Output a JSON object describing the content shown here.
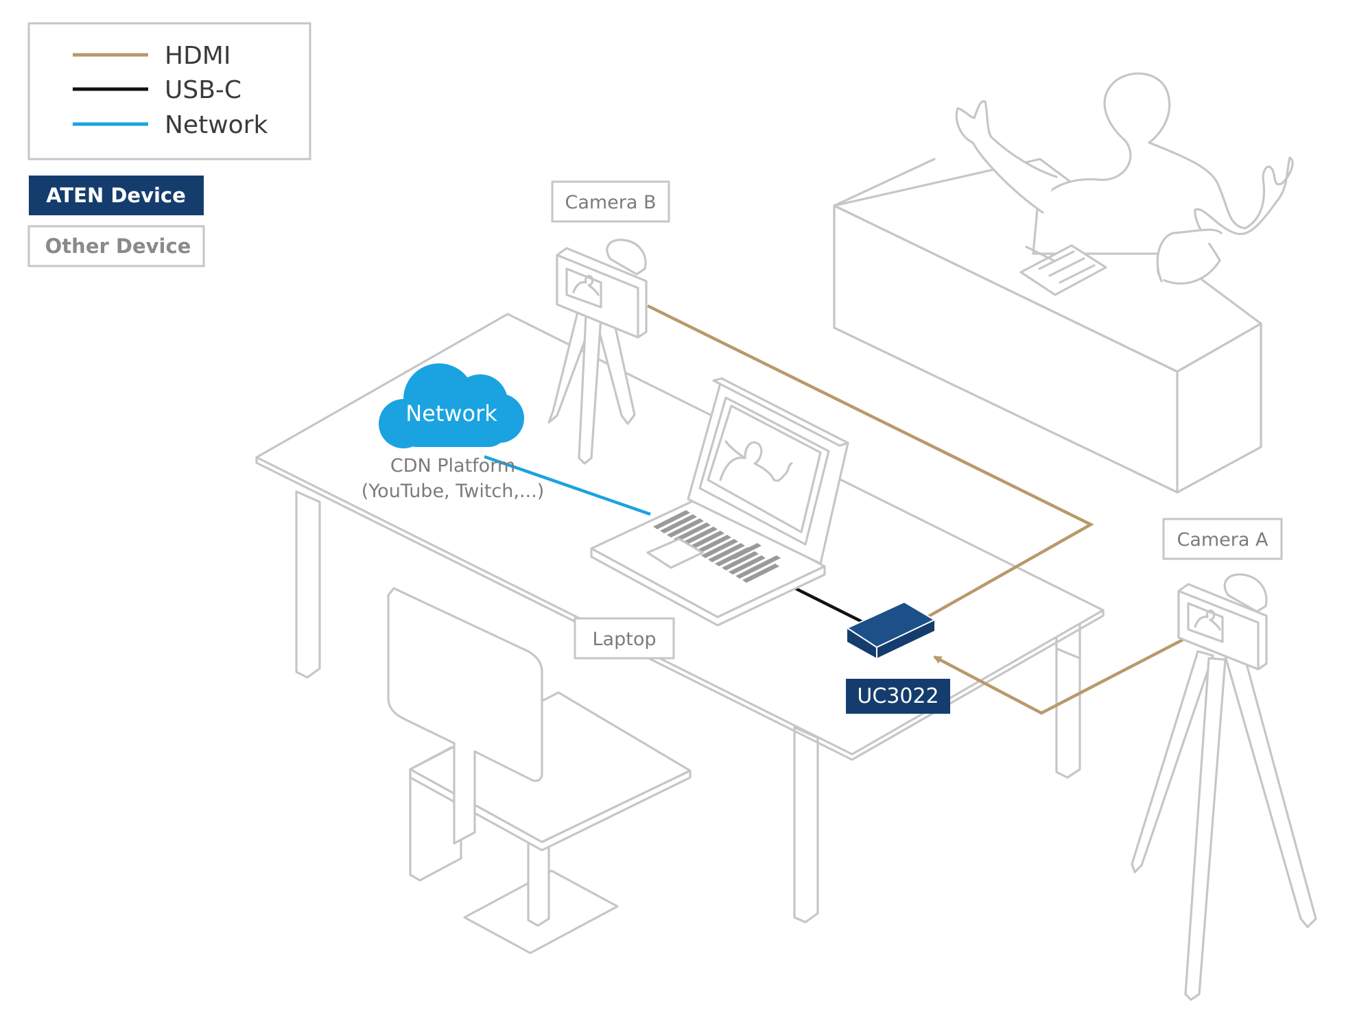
{
  "legend": {
    "hdmi": "HDMI",
    "usbc": "USB-C",
    "network": "Network"
  },
  "device_key": {
    "aten": "ATEN Device",
    "other": "Other Device"
  },
  "labels": {
    "camera_b": "Camera B",
    "camera_a": "Camera A",
    "cloud": "Network",
    "cdn_line1": "CDN Platform",
    "cdn_line2": "(YouTube, Twitch,...)",
    "laptop": "Laptop",
    "uc3022": "UC3022"
  },
  "colors": {
    "hdmi": "#b9996a",
    "usbc": "#111111",
    "network": "#1aa3e0",
    "aten": "#143d6e",
    "outline": "#c6c6c6"
  }
}
